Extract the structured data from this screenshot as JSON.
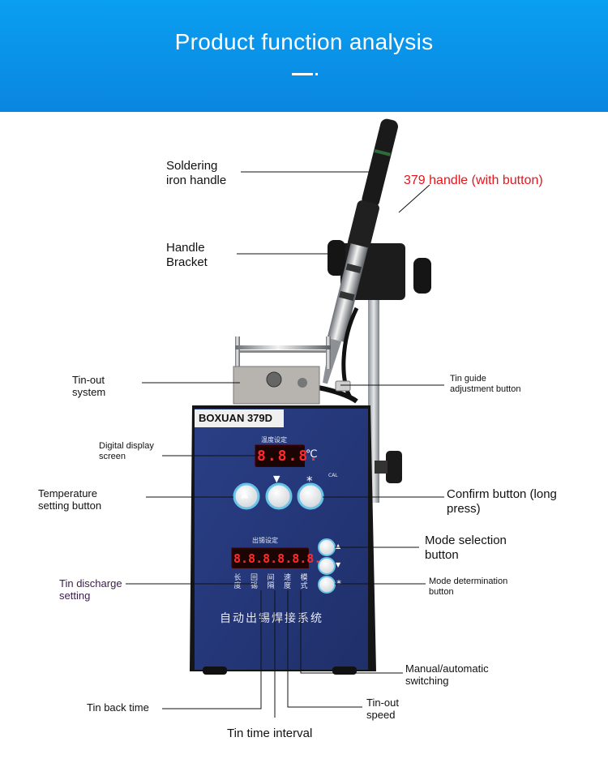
{
  "header": {
    "title": "Product function analysis"
  },
  "machine": {
    "brand": "BOXUAN 379D",
    "temp_label": "温度设定",
    "temp_display": "8.8.8.",
    "temp_unit": "℃",
    "cal_label": "CAL",
    "tin_label": "出锡设定",
    "tin_display": "8.8.8.8.8.8.",
    "sub_labels": [
      "长\n度",
      "回\n锡",
      "间\n隔",
      "速\n度",
      "模\n式"
    ],
    "bottom_text": "自动出锡焊接系统",
    "btn_up": "▲",
    "btn_down": "▼",
    "btn_star": "*"
  },
  "callouts": {
    "iron_handle": "Soldering\niron handle",
    "handle_379": "379 handle (with button)",
    "bracket": "Handle\nBracket",
    "tin_out_system": "Tin-out\nsystem",
    "tin_guide": "Tin guide\nadjustment button",
    "digital_display": "Digital display\nscreen",
    "temp_setting": "Temperature\nsetting button",
    "confirm": "Confirm button (long\npress)",
    "mode_selection": "Mode selection\nbutton",
    "tin_discharge": "Tin discharge\nsetting",
    "mode_determination": "Mode determination\nbutton",
    "manual_auto": "Manual/automatic\nswitching",
    "tin_back_time": "Tin back time",
    "tin_out_speed": "Tin-out\nspeed",
    "tin_interval": "Tin time interval"
  }
}
